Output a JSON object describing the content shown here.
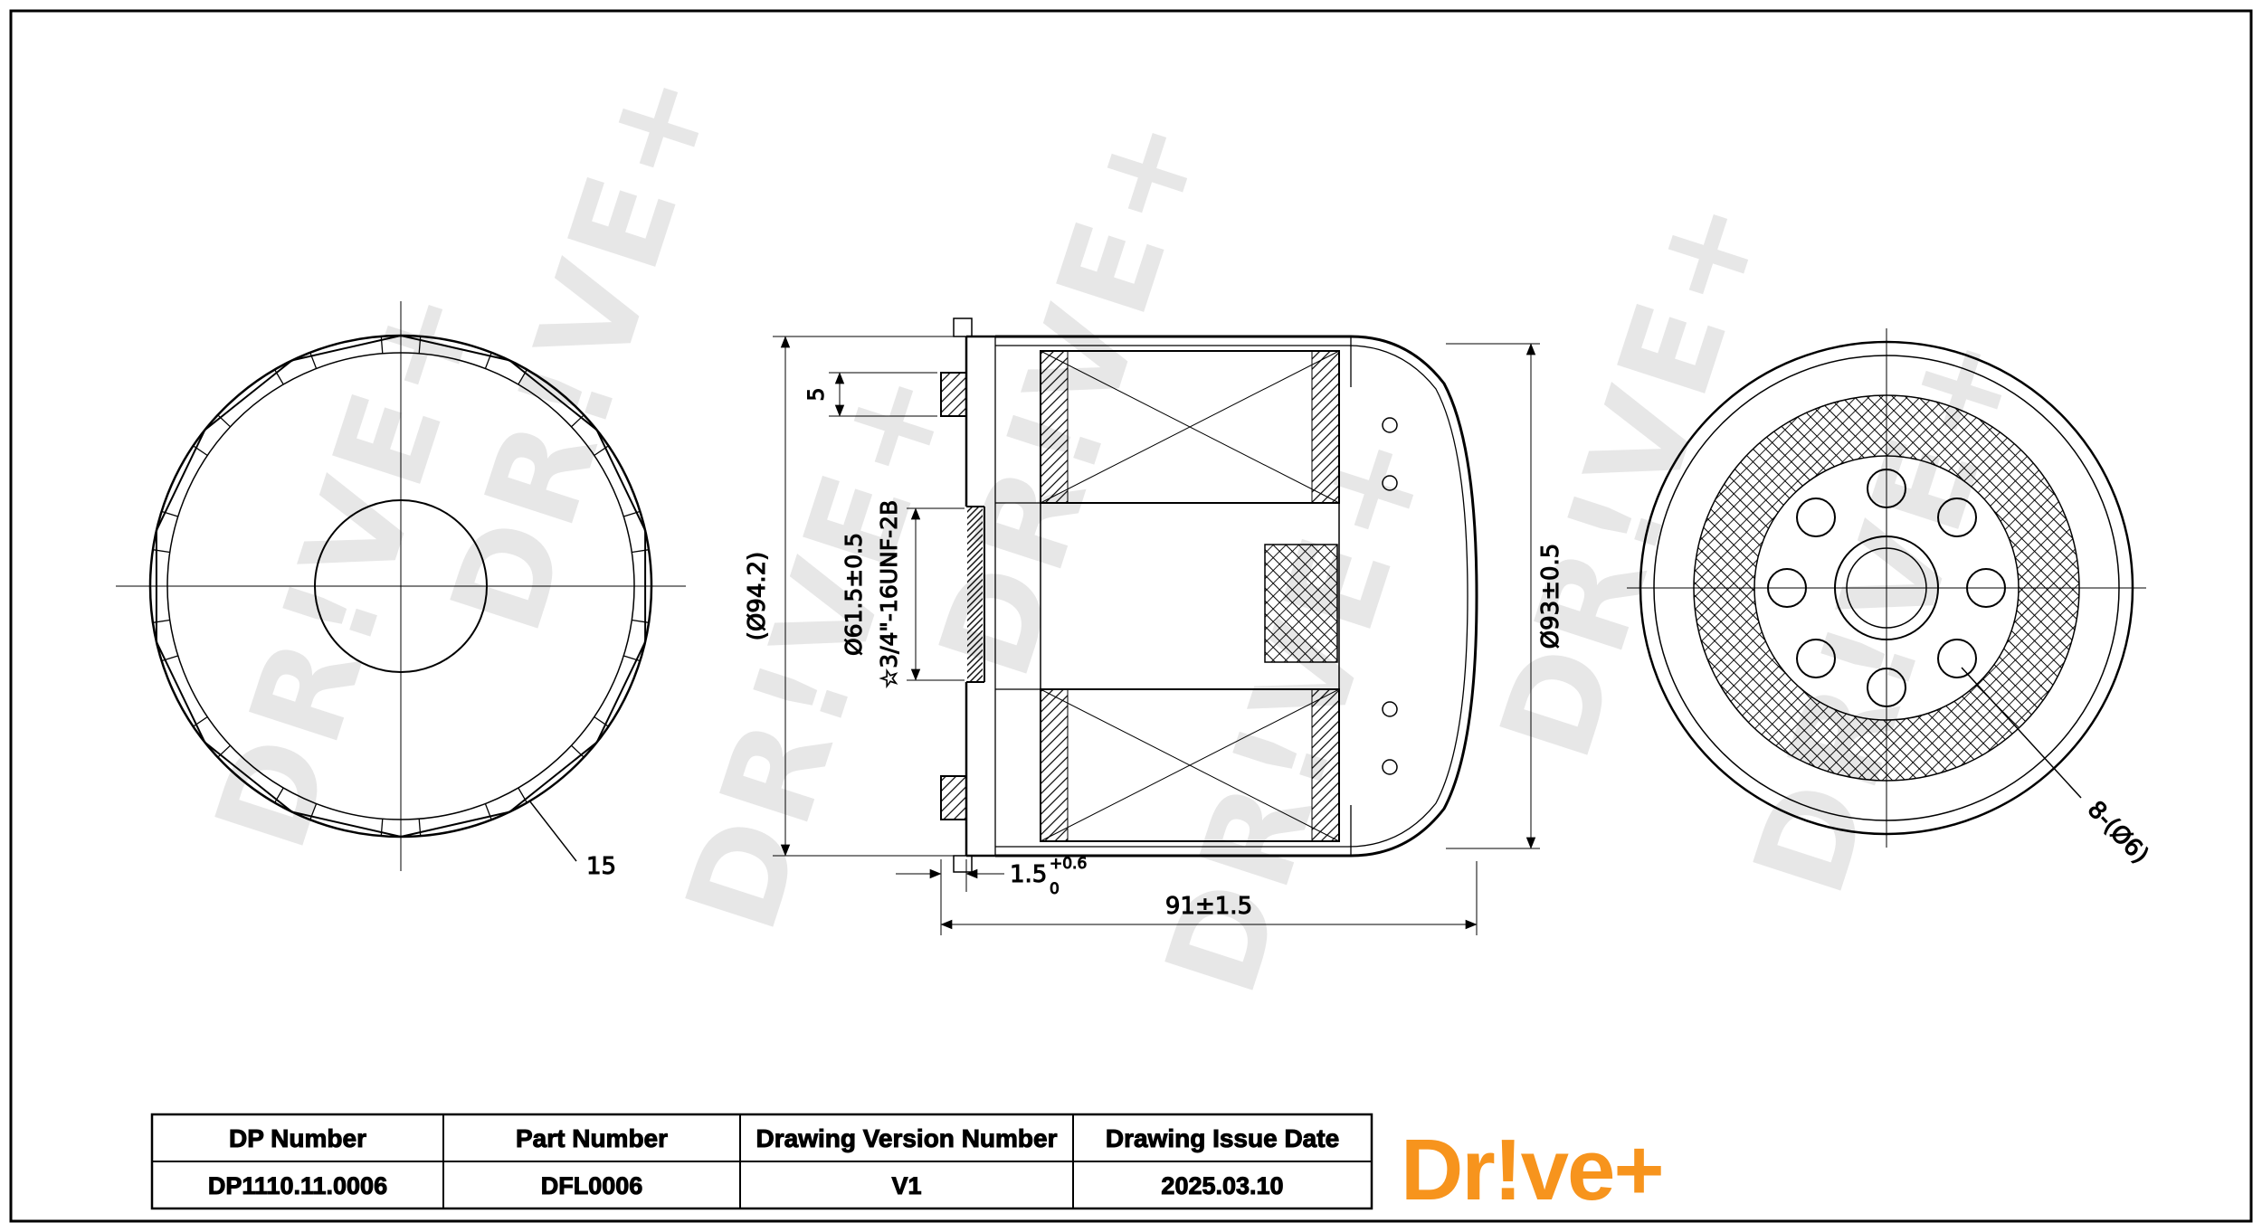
{
  "page": {
    "background": "#ffffff",
    "border_color": "#000000"
  },
  "drawing": {
    "watermark": "DR!VE+",
    "left_view": {
      "flute_count_label": "15"
    },
    "section_view": {
      "dim_overall_diameter": "(Ø94.2)",
      "dim_seam": "5",
      "dim_thread_diameter": "Ø61.5±0.5",
      "thread_spec": "☆3/4\"-16UNF-2B",
      "dim_body_diameter": "Ø93±0.5",
      "dim_gasket_value": "1.5",
      "dim_gasket_tol_upper": "+0.6",
      "dim_gasket_tol_lower": "0",
      "dim_body_length": "91±1.5"
    },
    "end_view": {
      "holes_label": "8-(Ø6)"
    }
  },
  "title_block": {
    "headers": [
      "DP Number",
      "Part Number",
      "Drawing Version Number",
      "Drawing Issue Date"
    ],
    "values": [
      "DP1110.11.0006",
      "DFL0006",
      "V1",
      "2025.03.10"
    ]
  },
  "logo": {
    "text": "Dr!ve+",
    "color": "#F7941D"
  }
}
